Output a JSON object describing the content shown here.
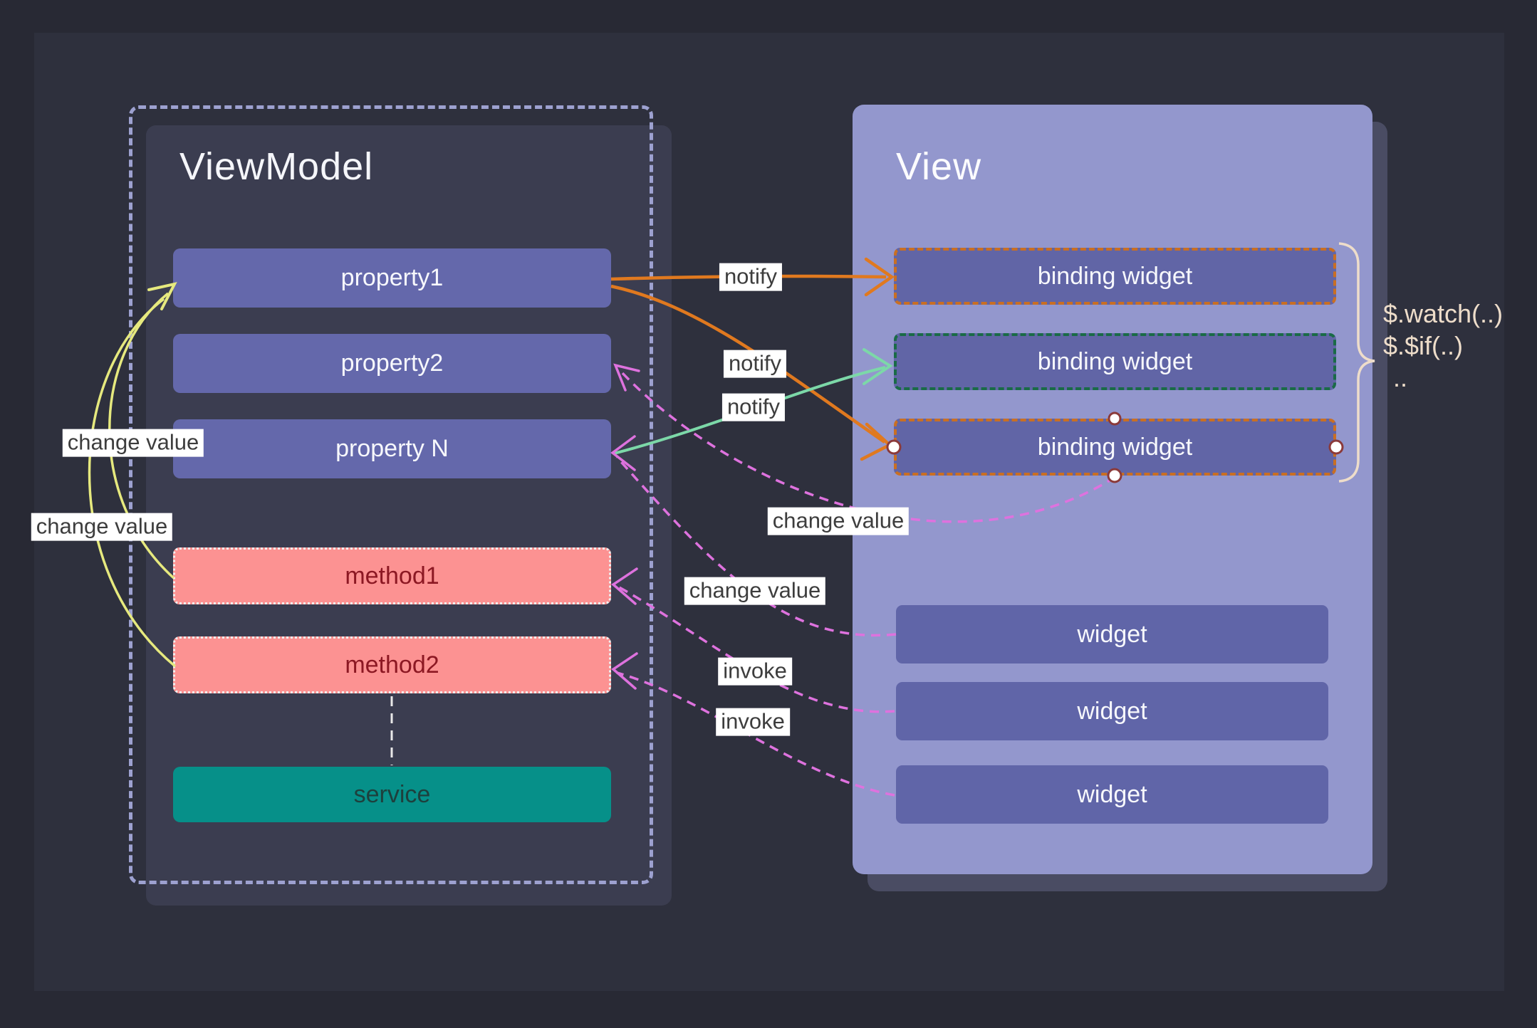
{
  "viewmodel": {
    "title": "ViewModel",
    "nodes": [
      {
        "id": "property1",
        "label": "property1",
        "type": "property"
      },
      {
        "id": "property2",
        "label": "property2",
        "type": "property"
      },
      {
        "id": "propertyN",
        "label": "property N",
        "type": "property"
      },
      {
        "id": "method1",
        "label": "method1",
        "type": "method"
      },
      {
        "id": "method2",
        "label": "method2",
        "type": "method"
      },
      {
        "id": "service",
        "label": "service",
        "type": "service"
      }
    ]
  },
  "view": {
    "title": "View",
    "binding_widgets": [
      {
        "label": "binding widget",
        "border": "orange"
      },
      {
        "label": "binding widget",
        "border": "green"
      },
      {
        "label": "binding widget",
        "border": "orange",
        "selected": true,
        "selection_handles": 4
      }
    ],
    "widgets": [
      {
        "label": "widget"
      },
      {
        "label": "widget"
      },
      {
        "label": "widget"
      }
    ]
  },
  "edges": [
    {
      "from": "property1",
      "to": "binding widget 1",
      "label": "notify",
      "color": "orange",
      "style": "solid"
    },
    {
      "from": "property1",
      "to": "binding widget 3",
      "label": "notify",
      "color": "orange",
      "style": "solid"
    },
    {
      "from": "property N",
      "to": "binding widget 2",
      "label": "notify",
      "color": "green",
      "style": "solid"
    },
    {
      "from": "binding widget 3",
      "to": "property2",
      "label": "change value",
      "color": "magenta",
      "style": "dashed"
    },
    {
      "from": "widget 1",
      "to": "property N",
      "label": "change value",
      "color": "magenta",
      "style": "dashed"
    },
    {
      "from": "widget 2",
      "to": "method1",
      "label": "invoke",
      "color": "magenta",
      "style": "dashed"
    },
    {
      "from": "widget 3",
      "to": "method2",
      "label": "invoke",
      "color": "magenta",
      "style": "dashed"
    },
    {
      "from": "method1",
      "to": "property1",
      "label": "change value",
      "color": "yellow",
      "style": "solid"
    },
    {
      "from": "method2",
      "to": "property1",
      "label": "change value",
      "color": "yellow",
      "style": "solid"
    },
    {
      "from": "method2",
      "to": "service",
      "label": "",
      "color": "white",
      "style": "dashed"
    }
  ],
  "annotation": {
    "lines": [
      "$.watch(..)",
      "$.$if(..)",
      ".."
    ]
  },
  "colors": {
    "background_outer": "#282934",
    "background_inner": "#2e303d",
    "viewmodel_border": "#9da1d0",
    "viewmodel_shadow": "#3b3d50",
    "property_fill": "#6468ab",
    "method_fill": "#fc9292",
    "method_text": "#8c1823",
    "service_fill": "#069089",
    "service_text": "#1d403d",
    "view_panel": "#9397cd",
    "view_shadow": "#4a4c63",
    "binding_widget_fill": "#6165a6",
    "binding_border_orange": "#c96f23",
    "binding_border_green": "#1a6b47",
    "widget_fill": "#6065a8",
    "arrow_orange": "#e0791f",
    "arrow_green": "#7cd8a8",
    "arrow_magenta": "#de72de",
    "arrow_yellow": "#e6e97e",
    "connector_white": "#e8e8e8",
    "brace": "#eeddca",
    "annotation_text": "#eeddca",
    "label_bg": "#ffffff",
    "label_text": "#3d3d3d",
    "handle_fill": "#ffffff",
    "handle_ring": "#8b3a3a"
  }
}
